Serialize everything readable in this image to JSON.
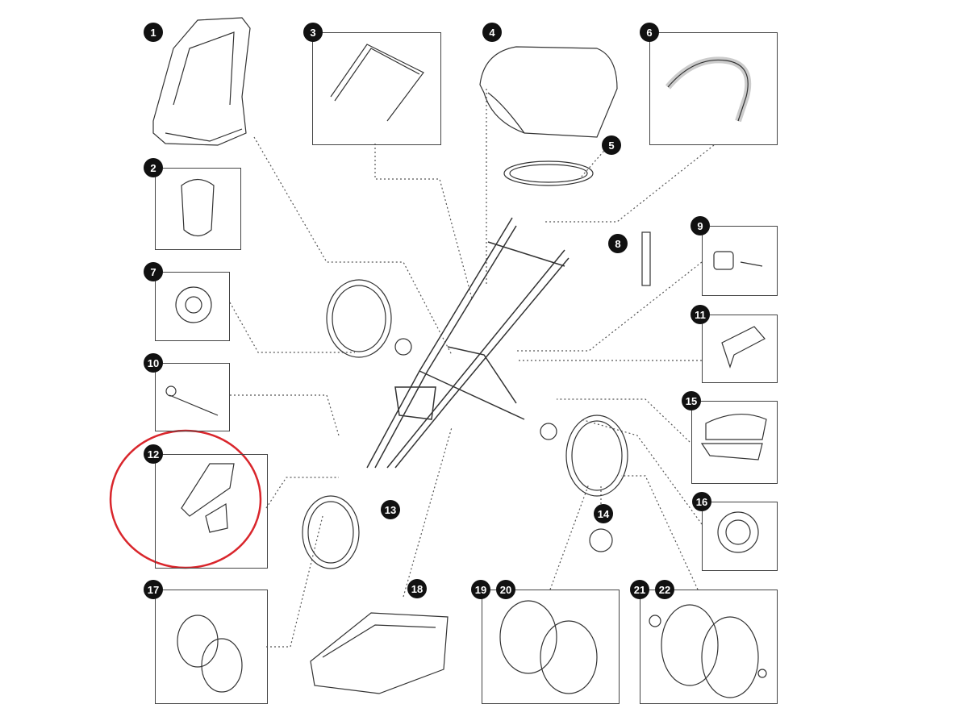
{
  "diagram": {
    "highlight_color": "#d9262c",
    "highlighted_part": "12",
    "parts": [
      "1",
      "2",
      "3",
      "4",
      "5",
      "6",
      "7",
      "8",
      "9",
      "10",
      "11",
      "12",
      "13",
      "14",
      "15",
      "16",
      "17",
      "18",
      "19",
      "20",
      "21",
      "22"
    ]
  }
}
